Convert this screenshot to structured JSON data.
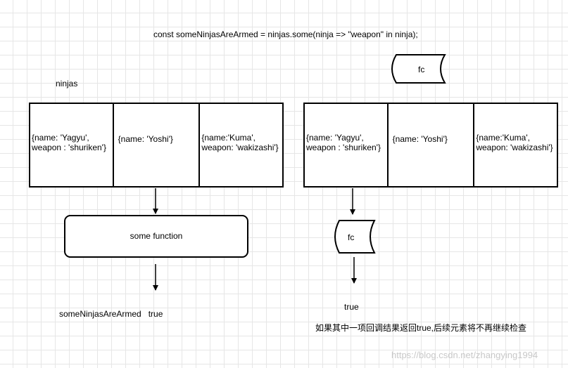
{
  "code_line": "const someNinjasAreArmed = ninjas.some(ninja => \"weapon\" in ninja);",
  "array_label": "ninjas",
  "left_array": [
    [
      "{name: 'Yagyu',",
      "weapon : 'shuriken'}"
    ],
    [
      "{name: 'Yoshi'}"
    ],
    [
      "{name:'Kuma',",
      "weapon: 'wakizashi'}"
    ]
  ],
  "right_array": [
    [
      "{name: 'Yagyu',",
      "weapon : 'shuriken'}"
    ],
    [
      "{name: 'Yoshi'}"
    ],
    [
      "{name:'Kuma',",
      "weapon: 'wakizashi'}"
    ]
  ],
  "some_function_label": "some function",
  "fc_label_top": "fc",
  "fc_label_bottom": "fc",
  "result_left": "someNinjasAreArmed   true",
  "result_right": "true",
  "note": "如果其中一项回调结果返回true,后续元素将不再继续检查",
  "watermark": "https://blog.csdn.net/zhangying1994"
}
